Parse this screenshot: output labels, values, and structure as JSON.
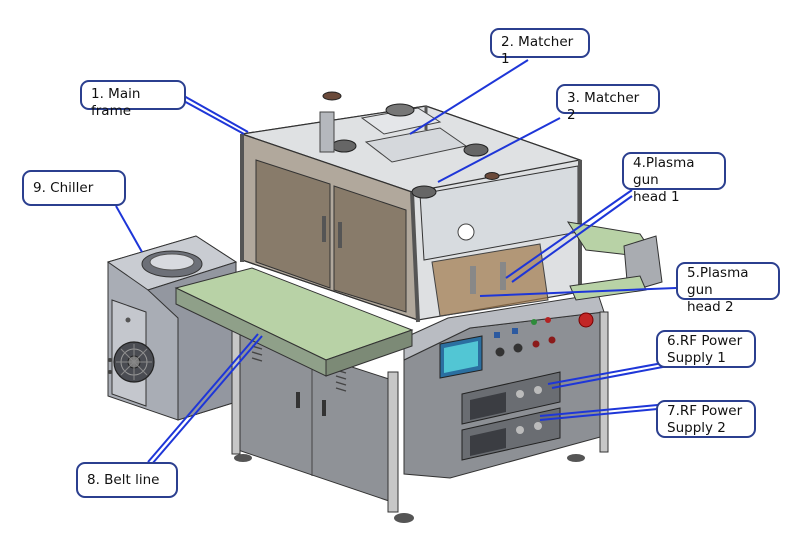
{
  "labels": {
    "main_frame": "1. Main frame",
    "matcher_1": "2. Matcher 1",
    "matcher_2": "3. Matcher 2",
    "plasma_gun_head_1": "4.Plasma gun\nhead 1",
    "plasma_gun_head_2": "5.Plasma gun\nhead 2",
    "rf_power_supply_1": "6.RF Power\nSupply 1",
    "rf_power_supply_2": "7.RF Power\nSupply 2",
    "belt_line": "8. Belt line",
    "chiller": "9. Chiller"
  },
  "colors": {
    "callout_border": "#2b3f8f",
    "leader_line": "#1e36d8",
    "belt": "#b8d2a6",
    "frame": "#c9c9c9",
    "panel": "#8a8a8a"
  }
}
